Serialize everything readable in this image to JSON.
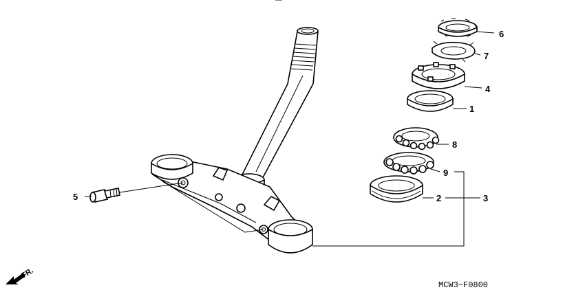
{
  "callouts": {
    "c1": "1",
    "c2": "2",
    "c3": "3",
    "c4": "4",
    "c5": "5",
    "c6": "6",
    "c7": "7",
    "c8": "8",
    "c9": "9"
  },
  "diagram_code": "MCW3−F0800",
  "front_indicator": "FR."
}
